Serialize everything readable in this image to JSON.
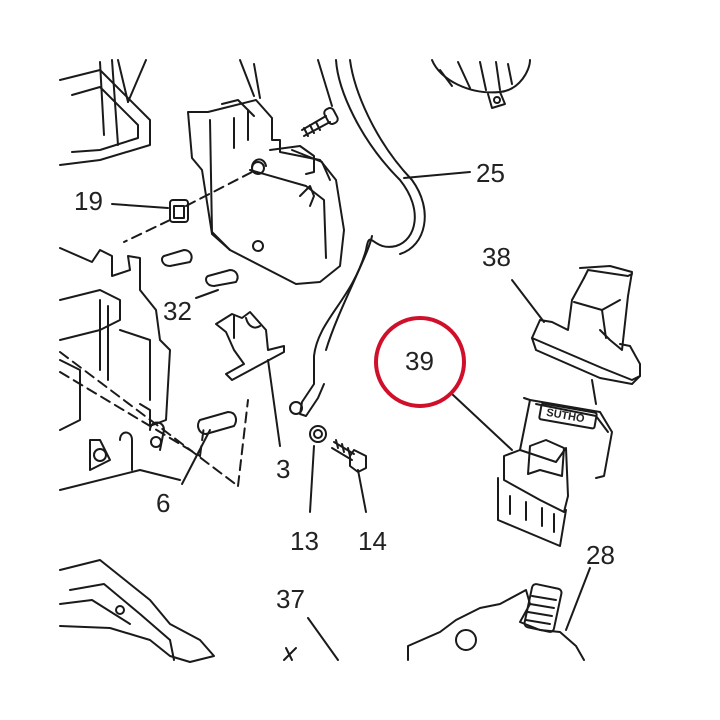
{
  "diagram": {
    "callouts": [
      {
        "id": "19",
        "label": "19",
        "part": "connector-clip"
      },
      {
        "id": "25",
        "label": "25",
        "part": "ground-cable"
      },
      {
        "id": "38",
        "label": "38",
        "part": "connector-cover"
      },
      {
        "id": "39",
        "label": "39",
        "part": "controller-plug",
        "highlighted": true
      },
      {
        "id": "32",
        "label": "32",
        "part": "rubber-pads"
      },
      {
        "id": "3",
        "label": "3",
        "part": "bracket"
      },
      {
        "id": "6",
        "label": "6",
        "part": "small-pad"
      },
      {
        "id": "13",
        "label": "13",
        "part": "washer"
      },
      {
        "id": "14",
        "label": "14",
        "part": "bolt"
      },
      {
        "id": "28",
        "label": "28",
        "part": "handle-switch"
      },
      {
        "id": "37",
        "label": "37",
        "part": "housing"
      }
    ],
    "plug_brand_text": "SUTHO"
  },
  "colors": {
    "line": "#1a1a1a",
    "highlight": "#d0102a",
    "label": "#222222",
    "background": "#ffffff"
  }
}
